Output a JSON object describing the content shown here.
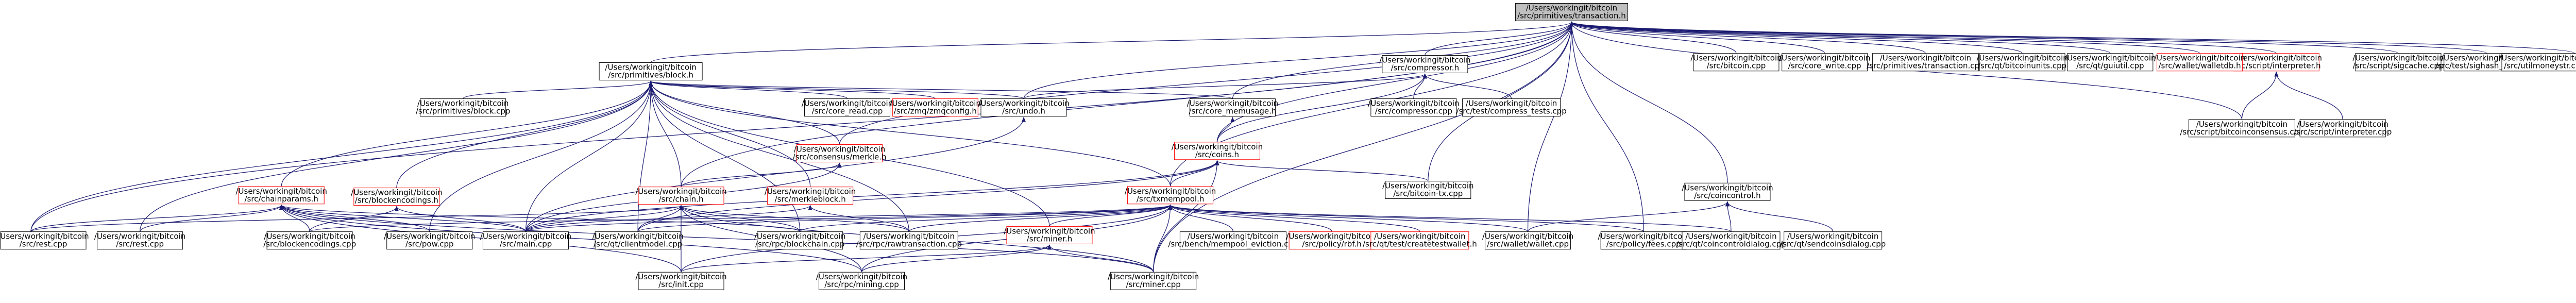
{
  "graph": {
    "root": {
      "id": "transaction_h",
      "lines": [
        "/Users/workingit/bitcoin",
        "/src/primitives/transaction.h"
      ],
      "highlighted": true
    },
    "nodes": [
      {
        "id": "block_h",
        "lines": [
          "/Users/workingit/bitcoin",
          "/src/primitives/block.h"
        ],
        "border": "black"
      },
      {
        "id": "compressor_h",
        "lines": [
          "/Users/workingit/bitcoin",
          "/src/compressor.h"
        ],
        "border": "black"
      },
      {
        "id": "bitcoin_cpp",
        "lines": [
          "/Users/workingit/bitcoin",
          "/src/bitcoin.cpp"
        ],
        "border": "black"
      },
      {
        "id": "core_write_cpp",
        "lines": [
          "/Users/workingit/bitcoin",
          "/src/core_write.cpp"
        ],
        "border": "black"
      },
      {
        "id": "transaction_cpp",
        "lines": [
          "/Users/workingit/bitcoin",
          "/src/primitives/transaction.cpp"
        ],
        "border": "black"
      },
      {
        "id": "gitbitcoinunits_cpp",
        "lines": [
          "/Users/workingit/bitcoin",
          "/src/qt/bitcoinunits.cpp"
        ],
        "border": "black"
      },
      {
        "id": "guiutil_cpp",
        "lines": [
          "/Users/workingit/bitcoin",
          "/src/qt/guiutil.cpp"
        ],
        "border": "black"
      },
      {
        "id": "interpreter_h",
        "lines": [
          "/Users/workingit/bitcoin",
          "/src/script/interpreter.h"
        ],
        "border": "red"
      },
      {
        "id": "sigcache_cpp",
        "lines": [
          "/Users/workingit/bitcoin",
          "/src/script/sigcache.cpp"
        ],
        "border": "black"
      },
      {
        "id": "sighash_tests_cpp",
        "lines": [
          "/Users/workingit/bitcoin",
          "/src/test/sighash_tests.cpp"
        ],
        "border": "black"
      },
      {
        "id": "utilmoneystr_cpp",
        "lines": [
          "/Users/workingit/bitcoin",
          "/src/utilmoneystr.cpp"
        ],
        "border": "black"
      },
      {
        "id": "walletdb_h",
        "lines": [
          "/Users/workingit/bitcoin",
          "/src/wallet/walletdb.h"
        ],
        "border": "red"
      },
      {
        "id": "block_cpp",
        "lines": [
          "/Users/workingit/bitcoin",
          "/src/primitives/block.cpp"
        ],
        "border": "black"
      },
      {
        "id": "core_read_cpp",
        "lines": [
          "/Users/workingit/bitcoin",
          "/src/core_read.cpp"
        ],
        "border": "black"
      },
      {
        "id": "zmqconfig_h",
        "lines": [
          "/Users/workingit/bitcoin",
          "/src/zmq/zmqconfig.h"
        ],
        "border": "red"
      },
      {
        "id": "undo_h",
        "lines": [
          "/Users/workingit/bitcoin",
          "/src/undo.h"
        ],
        "border": "black"
      },
      {
        "id": "core_memusage_h",
        "lines": [
          "/Users/workingit/bitcoin",
          "/src/core_memusage.h"
        ],
        "border": "black"
      },
      {
        "id": "compressor_cpp",
        "lines": [
          "/Users/workingit/bitcoin",
          "/src/compressor.cpp"
        ],
        "border": "black"
      },
      {
        "id": "compress_tests_cpp",
        "lines": [
          "/Users/workingit/bitcoin",
          "/src/test/compress_tests.cpp"
        ],
        "border": "black"
      },
      {
        "id": "bitcoinconsensus_cpp",
        "lines": [
          "/Users/workingit/bitcoin",
          "/src/script/bitcoinconsensus.cpp"
        ],
        "border": "black"
      },
      {
        "id": "interpreter_cpp",
        "lines": [
          "/Users/workingit/bitcoin",
          "/src/script/interpreter.cpp"
        ],
        "border": "black"
      },
      {
        "id": "merkle_h",
        "lines": [
          "/Users/workingit/bitcoin",
          "/src/consensus/merkle.h"
        ],
        "border": "red"
      },
      {
        "id": "coins_h",
        "lines": [
          "/Users/workingit/bitcoin",
          "/src/coins.h"
        ],
        "border": "red"
      },
      {
        "id": "chainparams_h",
        "lines": [
          "/Users/workingit/bitcoin",
          "/src/chainparams.h"
        ],
        "border": "red"
      },
      {
        "id": "blockencodings_h",
        "lines": [
          "/Users/workingit/bitcoin",
          "/src/blockencodings.h"
        ],
        "border": "red"
      },
      {
        "id": "chain_h",
        "lines": [
          "/Users/workingit/bitcoin",
          "/src/chain.h"
        ],
        "border": "red"
      },
      {
        "id": "merkleblock_h",
        "lines": [
          "/Users/workingit/bitcoin",
          "/src/merkleblock.h"
        ],
        "border": "red"
      },
      {
        "id": "txmempool_h",
        "lines": [
          "/Users/workingit/bitcoin",
          "/src/txmempool.h"
        ],
        "border": "red"
      },
      {
        "id": "bitcoin_tx_cpp",
        "lines": [
          "/Users/workingit/bitcoin",
          "/src/bitcoin-tx.cpp"
        ],
        "border": "black"
      },
      {
        "id": "coincontrol_h",
        "lines": [
          "/Users/workingit/bitcoin",
          "/src/coincontrol.h"
        ],
        "border": "black"
      },
      {
        "id": "rest_cpp",
        "lines": [
          "/Users/workingit/bitcoin",
          "/src/rest.cpp"
        ],
        "border": "black"
      },
      {
        "id": "rpcrest_cpp",
        "lines": [
          "/Users/workingit/bitcoin",
          "/src/rest.cpp"
        ],
        "border": "black"
      },
      {
        "id": "blockencodings_cpp",
        "lines": [
          "/Users/workingit/bitcoin",
          "/src/blockencodings.cpp"
        ],
        "border": "black"
      },
      {
        "id": "pow_cpp",
        "lines": [
          "/Users/workingit/bitcoin",
          "/src/pow.cpp"
        ],
        "border": "black"
      },
      {
        "id": "main_cpp",
        "lines": [
          "/Users/workingit/bitcoin",
          "/src/main.cpp"
        ],
        "border": "black"
      },
      {
        "id": "clientmodel_cpp",
        "lines": [
          "/Users/workingit/bitcoin",
          "/src/qt/clientmodel.cpp"
        ],
        "border": "black"
      },
      {
        "id": "blockchain_cpp",
        "lines": [
          "/Users/workingit/bitcoin",
          "/src/rpc/blockchain.cpp"
        ],
        "border": "black"
      },
      {
        "id": "rawtransaction_cpp",
        "lines": [
          "/Users/workingit/bitcoin",
          "/src/rpc/rawtransaction.cpp"
        ],
        "border": "black"
      },
      {
        "id": "mempool_eviction_cpp",
        "lines": [
          "/Users/workingit/bitcoin",
          "/src/bench/mempool_eviction.cpp"
        ],
        "border": "black"
      },
      {
        "id": "policy_rbf_h",
        "lines": [
          "/Users/workingit/bitcoin",
          "/src/policy/rbf.h"
        ],
        "border": "red"
      },
      {
        "id": "createtestwallet_h",
        "lines": [
          "/Users/workingit/bitcoin",
          "/src/qt/test/createtestwallet.h"
        ],
        "border": "red"
      },
      {
        "id": "wallet_cpp",
        "lines": [
          "/Users/workingit/bitcoin",
          "/src/wallet/wallet.cpp"
        ],
        "border": "black"
      },
      {
        "id": "fees_cpp",
        "lines": [
          "/Users/workingit/bitcoin",
          "/src/policy/fees.cpp"
        ],
        "border": "black"
      },
      {
        "id": "coincontroldialog_cpp",
        "lines": [
          "/Users/workingit/bitcoin",
          "/src/qt/coincontroldialog.cpp"
        ],
        "border": "black"
      },
      {
        "id": "sendcoinsdialog_cpp",
        "lines": [
          "/Users/workingit/bitcoin",
          "/src/qt/sendcoinsdialog.cpp"
        ],
        "border": "black"
      },
      {
        "id": "miner_h",
        "lines": [
          "/Users/workingit/bitcoin",
          "/src/miner.h"
        ],
        "border": "red"
      },
      {
        "id": "init_cpp",
        "lines": [
          "/Users/workingit/bitcoin",
          "/src/init.cpp"
        ],
        "border": "black"
      },
      {
        "id": "rpcmining_cpp",
        "lines": [
          "/Users/workingit/bitcoin",
          "/src/rpc/mining.cpp"
        ],
        "border": "black"
      },
      {
        "id": "miner_cpp",
        "lines": [
          "/Users/workingit/bitcoin",
          "/src/miner.cpp"
        ],
        "border": "black"
      }
    ],
    "edges": [
      [
        "block_h",
        "transaction_h"
      ],
      [
        "compressor_h",
        "transaction_h"
      ],
      [
        "bitcoin_cpp",
        "transaction_h"
      ],
      [
        "core_write_cpp",
        "transaction_h"
      ],
      [
        "transaction_cpp",
        "transaction_h"
      ],
      [
        "gitbitcoinunits_cpp",
        "transaction_h"
      ],
      [
        "guiutil_cpp",
        "transaction_h"
      ],
      [
        "interpreter_h",
        "transaction_h"
      ],
      [
        "sigcache_cpp",
        "transaction_h"
      ],
      [
        "sighash_tests_cpp",
        "transaction_h"
      ],
      [
        "utilmoneystr_cpp",
        "transaction_h"
      ],
      [
        "walletdb_h",
        "transaction_h"
      ],
      [
        "coins_h",
        "transaction_h"
      ],
      [
        "coincontrol_h",
        "transaction_h"
      ],
      [
        "txmempool_h",
        "transaction_h"
      ],
      [
        "bitcoin_tx_cpp",
        "transaction_h"
      ],
      [
        "core_memusage_h",
        "transaction_h"
      ],
      [
        "undo_h",
        "transaction_h"
      ],
      [
        "rest_cpp",
        "transaction_h"
      ],
      [
        "merkle_h",
        "transaction_h"
      ],
      [
        "miner_cpp",
        "transaction_h"
      ],
      [
        "wallet_cpp",
        "transaction_h"
      ],
      [
        "fees_cpp",
        "transaction_h"
      ],
      [
        "bitcoinconsensus_cpp",
        "transaction_h"
      ],
      [
        "chain_h",
        "transaction_h"
      ],
      [
        "block_cpp",
        "block_h"
      ],
      [
        "core_read_cpp",
        "block_h"
      ],
      [
        "zmqconfig_h",
        "block_h"
      ],
      [
        "undo_h",
        "block_h"
      ],
      [
        "core_memusage_h",
        "block_h"
      ],
      [
        "merkle_h",
        "block_h"
      ],
      [
        "chainparams_h",
        "block_h"
      ],
      [
        "blockencodings_h",
        "block_h"
      ],
      [
        "chain_h",
        "block_h"
      ],
      [
        "merkleblock_h",
        "block_h"
      ],
      [
        "main_cpp",
        "block_h"
      ],
      [
        "rest_cpp",
        "block_h"
      ],
      [
        "pow_cpp",
        "block_h"
      ],
      [
        "txmempool_h",
        "block_h"
      ],
      [
        "miner_h",
        "block_h"
      ],
      [
        "blockchain_cpp",
        "block_h"
      ],
      [
        "rawtransaction_cpp",
        "block_h"
      ],
      [
        "clientmodel_cpp",
        "block_h"
      ],
      [
        "rpcrest_cpp",
        "block_h"
      ],
      [
        "undo_h",
        "compressor_h"
      ],
      [
        "compressor_cpp",
        "compressor_h"
      ],
      [
        "compress_tests_cpp",
        "compressor_h"
      ],
      [
        "coins_h",
        "compressor_h"
      ],
      [
        "bitcoinconsensus_cpp",
        "interpreter_h"
      ],
      [
        "interpreter_cpp",
        "interpreter_h"
      ],
      [
        "coins_h",
        "core_memusage_h"
      ],
      [
        "main_cpp",
        "undo_h"
      ],
      [
        "chain_h",
        "merkle_h"
      ],
      [
        "main_cpp",
        "merkle_h"
      ],
      [
        "bitcoin_tx_cpp",
        "coins_h"
      ],
      [
        "txmempool_h",
        "coins_h"
      ],
      [
        "main_cpp",
        "coins_h"
      ],
      [
        "clientmodel_cpp",
        "coins_h"
      ],
      [
        "miner_cpp",
        "coins_h"
      ],
      [
        "rest_cpp",
        "chainparams_h"
      ],
      [
        "rpcrest_cpp",
        "chainparams_h"
      ],
      [
        "blockencodings_cpp",
        "chainparams_h"
      ],
      [
        "pow_cpp",
        "chainparams_h"
      ],
      [
        "main_cpp",
        "chainparams_h"
      ],
      [
        "init_cpp",
        "chainparams_h"
      ],
      [
        "rpcmining_cpp",
        "chainparams_h"
      ],
      [
        "miner_cpp",
        "chainparams_h"
      ],
      [
        "blockchain_cpp",
        "chainparams_h"
      ],
      [
        "blockencodings_cpp",
        "blockencodings_h"
      ],
      [
        "main_cpp",
        "blockencodings_h"
      ],
      [
        "rest_cpp",
        "chain_h"
      ],
      [
        "main_cpp",
        "chain_h"
      ],
      [
        "clientmodel_cpp",
        "chain_h"
      ],
      [
        "blockchain_cpp",
        "chain_h"
      ],
      [
        "rawtransaction_cpp",
        "chain_h"
      ],
      [
        "init_cpp",
        "chain_h"
      ],
      [
        "rpcmining_cpp",
        "chain_h"
      ],
      [
        "miner_cpp",
        "chain_h"
      ],
      [
        "main_cpp",
        "merkleblock_h"
      ],
      [
        "rawtransaction_cpp",
        "merkleblock_h"
      ],
      [
        "blockencodings_cpp",
        "txmempool_h"
      ],
      [
        "main_cpp",
        "txmempool_h"
      ],
      [
        "clientmodel_cpp",
        "txmempool_h"
      ],
      [
        "blockchain_cpp",
        "txmempool_h"
      ],
      [
        "rawtransaction_cpp",
        "txmempool_h"
      ],
      [
        "mempool_eviction_cpp",
        "txmempool_h"
      ],
      [
        "policy_rbf_h",
        "txmempool_h"
      ],
      [
        "createtestwallet_h",
        "txmempool_h"
      ],
      [
        "wallet_cpp",
        "txmempool_h"
      ],
      [
        "fees_cpp",
        "txmempool_h"
      ],
      [
        "coincontroldialog_cpp",
        "txmempool_h"
      ],
      [
        "miner_h",
        "txmempool_h"
      ],
      [
        "init_cpp",
        "txmempool_h"
      ],
      [
        "rpcmining_cpp",
        "txmempool_h"
      ],
      [
        "miner_cpp",
        "txmempool_h"
      ],
      [
        "wallet_cpp",
        "coincontrol_h"
      ],
      [
        "coincontroldialog_cpp",
        "coincontrol_h"
      ],
      [
        "sendcoinsdialog_cpp",
        "coincontrol_h"
      ],
      [
        "init_cpp",
        "miner_h"
      ],
      [
        "rpcmining_cpp",
        "miner_h"
      ],
      [
        "miner_cpp",
        "miner_h"
      ]
    ]
  }
}
